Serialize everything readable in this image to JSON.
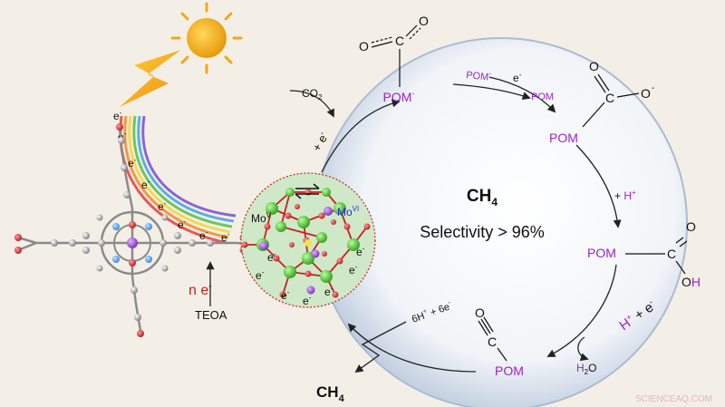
{
  "cycle": {
    "center_title_base": "CH",
    "center_title_sub": "4",
    "selectivity": "Selectivity > 96%"
  },
  "intermediates": [
    {
      "pom": "POM",
      "sup": "-",
      "group": "O=C=O"
    },
    {
      "pom": "POM",
      "group": "C(=O)O-"
    },
    {
      "pom": "POM",
      "group": "C(=O)OH"
    },
    {
      "pom": "POM",
      "group": "CO"
    }
  ],
  "labels": {
    "co2": "CO",
    "co2_sub": "2",
    "pom_minus": "POM",
    "arrow_e": "e",
    "pom_plain": "POM",
    "h_plus": "H",
    "six_h": "6H",
    "six_e": "+ 6e",
    "h2o_h": "H",
    "h2o_sub": "2",
    "h2o_o": "O",
    "product_base": "CH",
    "product_sub": "4",
    "electron": "e",
    "n": "n",
    "teoa": "TEOA",
    "mo_v": "Mo",
    "mo_v_sup": "V",
    "mo_vi": "Mo",
    "mo_vi_sup": "VI",
    "watermark": "SCIENCEAQ.COM"
  },
  "colors": {
    "purple": "#9b22c8",
    "red": "#c82020",
    "sun": "#f0a818",
    "pom_sphere": "#cfdbe9",
    "cluster_bg": "#cfe8c8"
  }
}
